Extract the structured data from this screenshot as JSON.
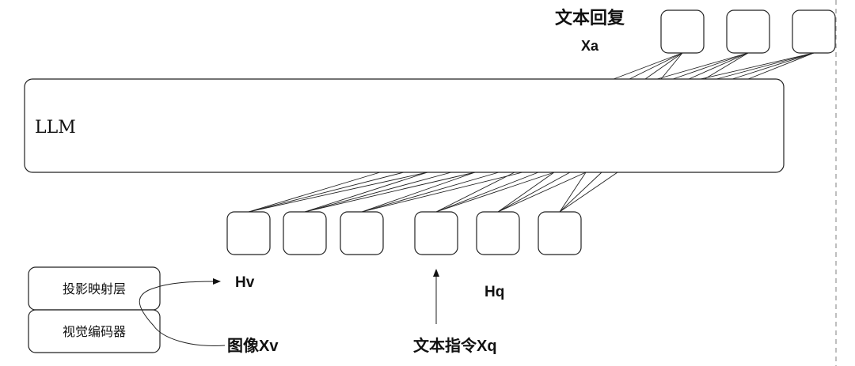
{
  "llm": {
    "label": "LLM"
  },
  "output": {
    "title": "文本回复",
    "symbol": "Xa",
    "token_count": 3
  },
  "visual_tokens": {
    "label": "Hv",
    "token_count": 3
  },
  "text_tokens": {
    "label": "Hq",
    "token_count": 3
  },
  "modules": {
    "projection": "投影映射层",
    "encoder": "视觉编码器"
  },
  "inputs": {
    "image": "图像Xv",
    "instruction": "文本指令Xq"
  }
}
